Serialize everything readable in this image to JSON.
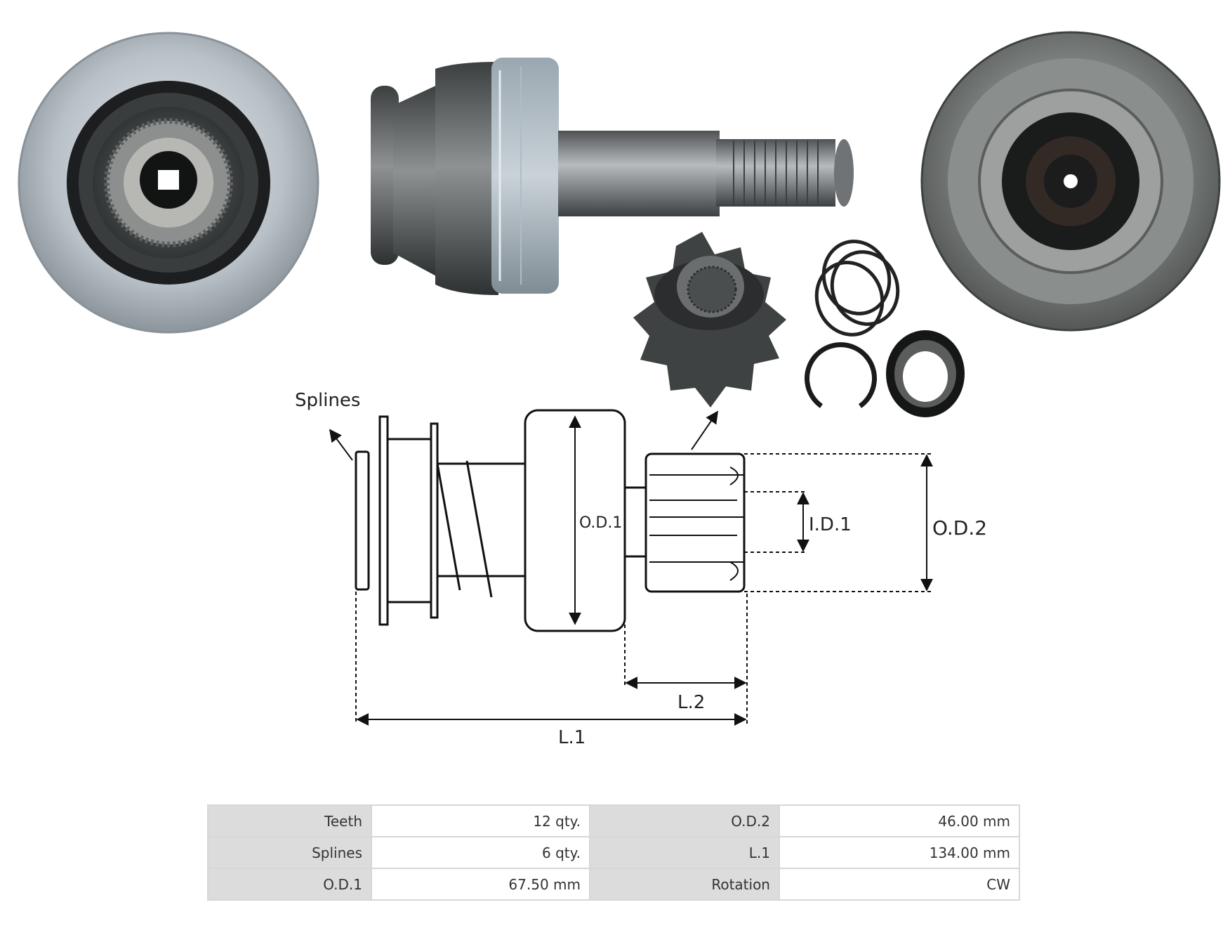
{
  "diagram_labels": {
    "splines": "Splines",
    "od1": "O.D.1",
    "id1": "I.D.1",
    "od2": "O.D.2",
    "l2": "L.2",
    "l1": "L.1"
  },
  "specs": {
    "rows": [
      [
        {
          "key": "Teeth",
          "value": "12 qty."
        },
        {
          "key": "O.D.2",
          "value": "46.00 mm"
        }
      ],
      [
        {
          "key": "Splines",
          "value": "6 qty."
        },
        {
          "key": "L.1",
          "value": "134.00 mm"
        }
      ],
      [
        {
          "key": "O.D.1",
          "value": "67.50 mm"
        },
        {
          "key": "Rotation",
          "value": "CW"
        }
      ]
    ]
  }
}
